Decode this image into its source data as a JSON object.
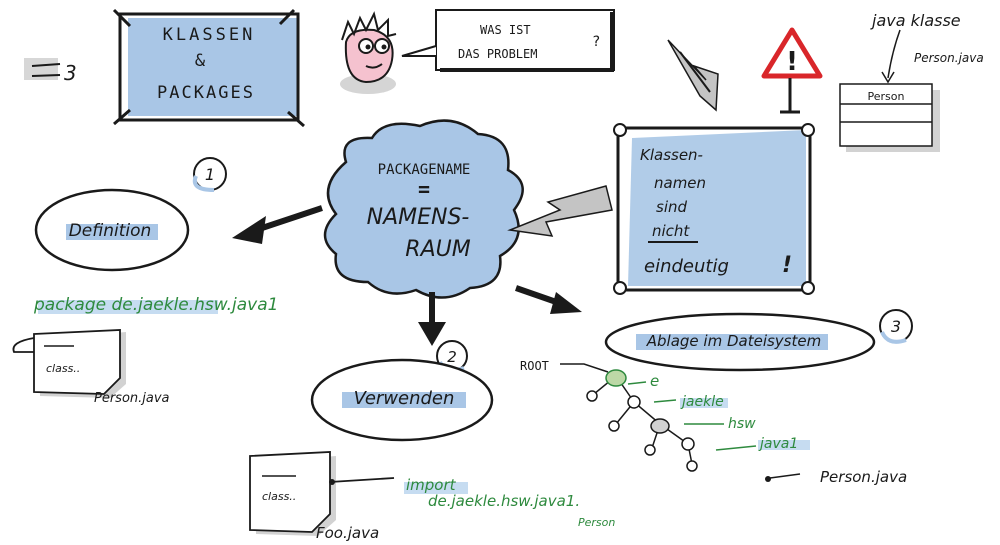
{
  "corner_mark": "3",
  "title": {
    "line1": "KLASSEN",
    "line2": "&",
    "line3": "PACKAGES"
  },
  "speech": {
    "line1": "WAS IST",
    "line2": "DAS PROBLEM",
    "mark": "?"
  },
  "java_class_note": {
    "line1": "java klasse",
    "line2": "Person.java",
    "box_label": "Person"
  },
  "warning": {
    "sign": "!",
    "line1": "Klassen-",
    "line2": "namen",
    "line3": "sind",
    "line4": "nicht",
    "line5": "eindeutig",
    "mark": "!"
  },
  "center": {
    "line1": "PACKAGENAME",
    "line2": "=",
    "line3": "NAMENS-",
    "line4": "RAUM"
  },
  "definition": {
    "number": "1",
    "label": "Definition",
    "code": "package de.jaekle.hsw.java1",
    "doc_label": "class..",
    "file": "Person.java"
  },
  "verwenden": {
    "number": "2",
    "label": "Verwenden",
    "import_line1": "import",
    "import_line2": "de.jaekle.hsw.java1.",
    "import_line3": "Person",
    "doc_label": "class..",
    "file": "Foo.java"
  },
  "ablage": {
    "number": "3",
    "label": "Ablage im Dateisystem",
    "root": "ROOT",
    "nodes": [
      "e",
      "jaekle",
      "hsw",
      "java1"
    ],
    "file": "Person.java"
  },
  "colors": {
    "highlight": "#a9c6e6",
    "ink": "#1a1a1a",
    "green": "#2e8a3e",
    "shadow": "#cfcfcf",
    "warning_red": "#d9262a"
  }
}
